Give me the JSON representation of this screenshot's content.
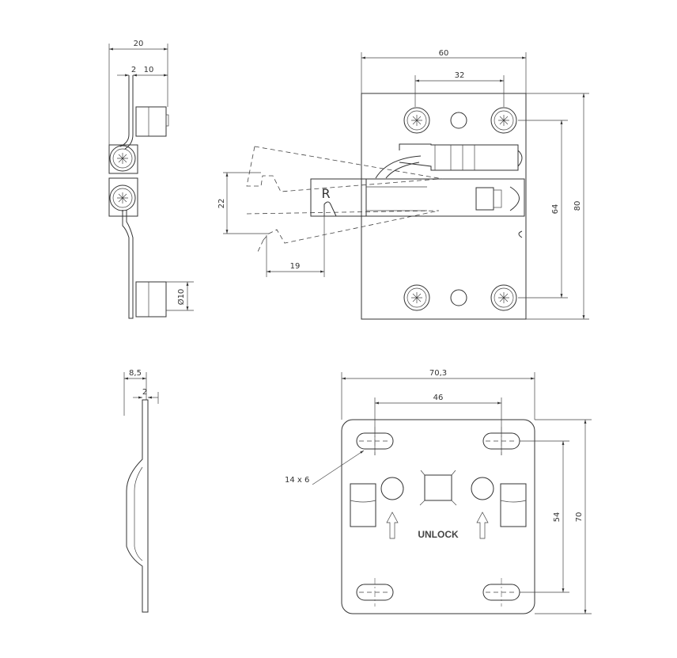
{
  "top_side_view": {
    "dim_width": "20",
    "dim_thickness": "2",
    "dim_offset": "10",
    "dim_diameter": "Ø10"
  },
  "top_front_view": {
    "dim_width": "60",
    "dim_hole_spacing": "32",
    "dim_hole_vertical": "64",
    "dim_height": "80",
    "dim_swing": "22",
    "dim_travel": "19",
    "latch_mark": "R"
  },
  "bottom_side_view": {
    "dim_depth": "8,5",
    "dim_thickness": "2"
  },
  "bottom_front_view": {
    "dim_width": "70,3",
    "dim_slot_spacing": "46",
    "dim_slot_vertical": "54",
    "dim_height": "70",
    "slot_label": "14 x 6",
    "unlock_label": "UNLOCK"
  },
  "colors": {
    "line": "#333333",
    "background": "#ffffff"
  }
}
